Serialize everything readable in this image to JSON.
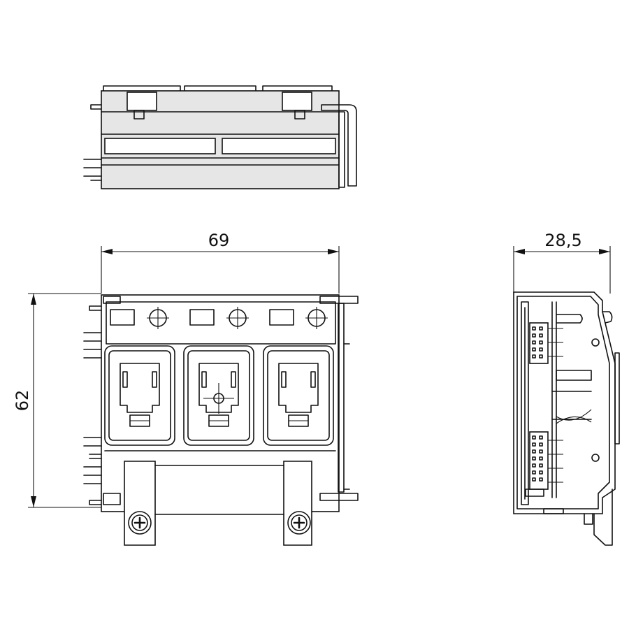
{
  "dimensions": {
    "width": "69",
    "height": "62",
    "depth": "28,5"
  },
  "colors": {
    "line": "#111111",
    "background": "#ffffff",
    "fill_light": "#e6e6e6"
  }
}
